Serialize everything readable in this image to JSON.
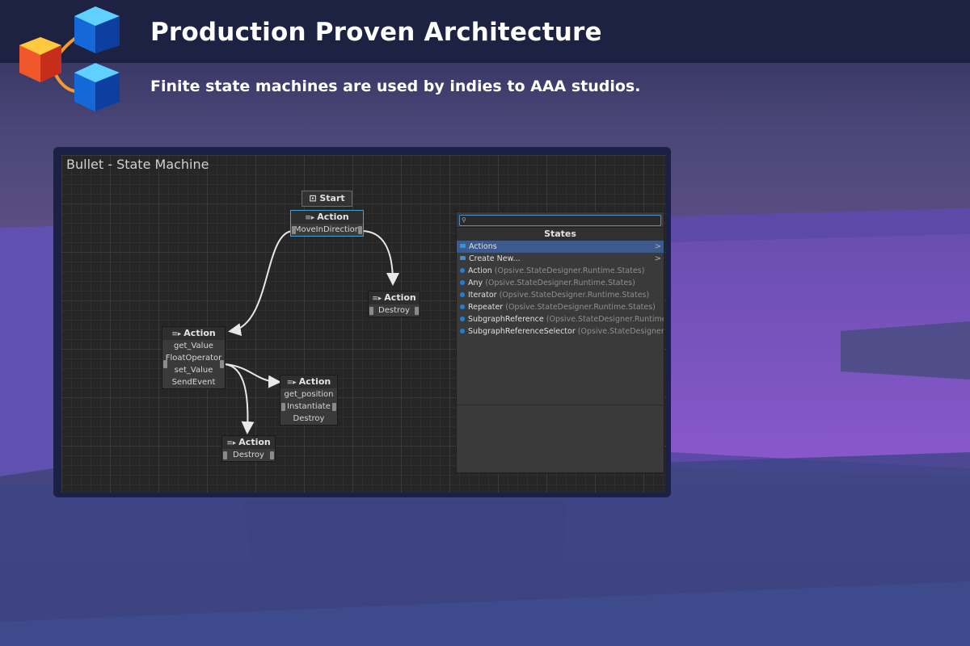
{
  "banner": {
    "title": "Production Proven Architecture",
    "subtitle": "Finite state machines are used by indies to AAA studios."
  },
  "editor": {
    "graph_title": "Bullet - State Machine",
    "start_label": "Start",
    "nodes": [
      {
        "title": "Action",
        "rows": [
          "MoveInDirection"
        ]
      },
      {
        "title": "Action",
        "rows": [
          "Destroy"
        ]
      },
      {
        "title": "Action",
        "rows": [
          "get_Value",
          "FloatOperator",
          "set_Value",
          "SendEvent"
        ]
      },
      {
        "title": "Action",
        "rows": [
          "get_position",
          "Instantiate",
          "Destroy"
        ]
      },
      {
        "title": "Action",
        "rows": [
          "Destroy"
        ]
      }
    ]
  },
  "states_panel": {
    "search_value": "",
    "title": "States",
    "items": [
      {
        "label": "Actions",
        "ns": "",
        "type": "folder"
      },
      {
        "label": "Create New...",
        "ns": "",
        "type": "folder"
      },
      {
        "label": "Action",
        "ns": "(Opsive.StateDesigner.Runtime.States)",
        "type": "state"
      },
      {
        "label": "Any",
        "ns": "(Opsive.StateDesigner.Runtime.States)",
        "type": "state"
      },
      {
        "label": "Iterator",
        "ns": "(Opsive.StateDesigner.Runtime.States)",
        "type": "state"
      },
      {
        "label": "Repeater",
        "ns": "(Opsive.StateDesigner.Runtime.States)",
        "type": "state"
      },
      {
        "label": "SubgraphReference",
        "ns": "(Opsive.StateDesigner.Runtime.Stat",
        "type": "state"
      },
      {
        "label": "SubgraphReferenceSelector",
        "ns": "(Opsive.StateDesigner.Runti",
        "type": "state"
      }
    ]
  },
  "colors": {
    "header_bg": "#1d2243",
    "accent_blue": "#4b9fd8",
    "selection": "#3c5b8c",
    "state_dot": "#1f7fd6"
  }
}
